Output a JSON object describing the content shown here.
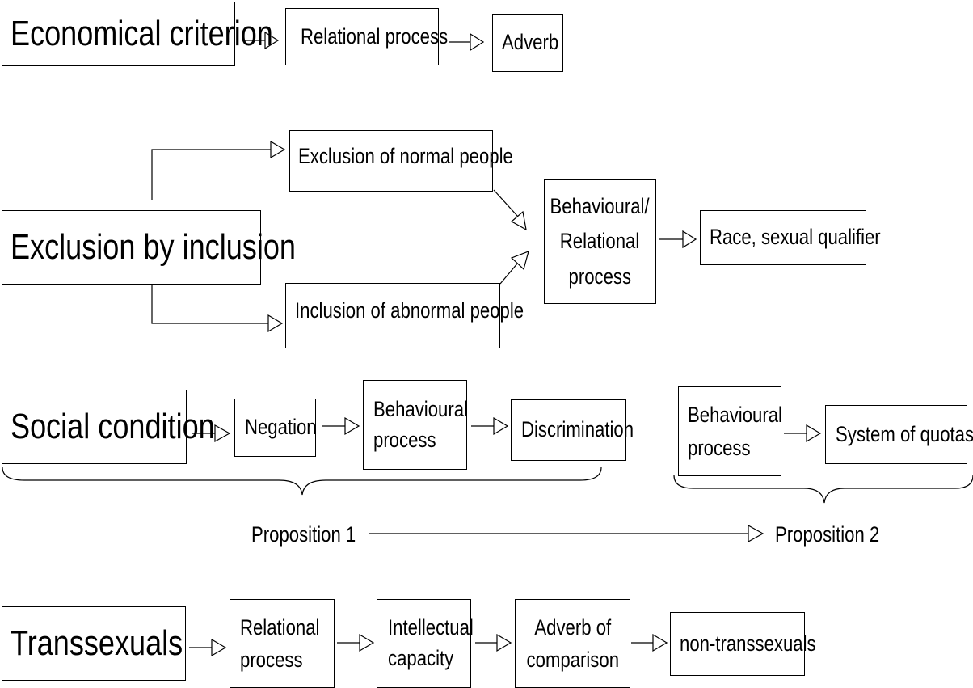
{
  "row1": {
    "main": "Economical criterion",
    "step1": "Relational process",
    "step2": "Adverb"
  },
  "row2": {
    "main": "Exclusion by inclusion",
    "upper": "Exclusion of normal people",
    "lower": "Inclusion of abnormal people",
    "center_line1": "Behavioural/",
    "center_line2": "Relational",
    "center_line3": "process",
    "result": "Race, sexual qualifier"
  },
  "row3": {
    "main": "Social condition",
    "step1": "Negation",
    "step2_line1": "Behavioural",
    "step2_line2": "process",
    "step3": "Discrimination",
    "right_step1_line1": "Behavioural",
    "right_step1_line2": "process",
    "right_step2": "System of quotas",
    "proposition1": "Proposition 1",
    "proposition2": "Proposition 2"
  },
  "row4": {
    "main": "Transsexuals",
    "step1_line1": "Relational",
    "step1_line2": "process",
    "step2_line1": "Intellectual",
    "step2_line2": "capacity",
    "step3_line1": "Adverb of",
    "step3_line2": "comparison",
    "step4": "non-transsexuals"
  }
}
